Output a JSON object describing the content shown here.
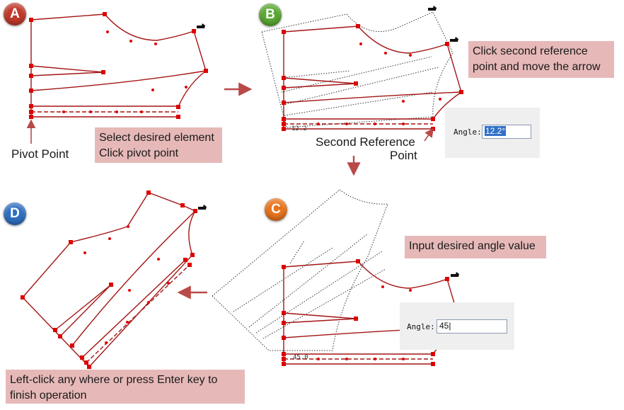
{
  "badges": {
    "a": "A",
    "b": "B",
    "c": "C",
    "d": "D"
  },
  "colors": {
    "badge_a": "#c0392b",
    "badge_b": "#5aa832",
    "badge_c": "#e8741c",
    "badge_d": "#2f6fc0",
    "pattern_line": "#a31515",
    "point": "#dd0000",
    "ghost": "#333333",
    "callout": "#e6b9b8",
    "arrow": "#b84a4a"
  },
  "labels": {
    "pivot_point": "Pivot Point",
    "second_ref_line1": "Second Reference",
    "second_ref_line2": "Point"
  },
  "callouts": {
    "a": {
      "line1": "Select desired element",
      "line2": "Click pivot point"
    },
    "b": {
      "line1": "Click second reference",
      "line2": "point and move the arrow"
    },
    "c": {
      "line1": "Input desired angle value"
    },
    "d": {
      "line1": "Left-click any where or press Enter key to",
      "line2": "finish operation"
    }
  },
  "angle_b": {
    "label": "Angle:",
    "value": "12.2°"
  },
  "angle_c": {
    "label": "Angle:",
    "value": "45"
  },
  "readout_b": "12.2",
  "readout_c": "45.0",
  "icons": [
    "flow-arrow-right-icon",
    "flow-arrow-down-icon",
    "flow-arrow-left-icon",
    "pointer-arrow-icon",
    "grain-marker-icon"
  ]
}
